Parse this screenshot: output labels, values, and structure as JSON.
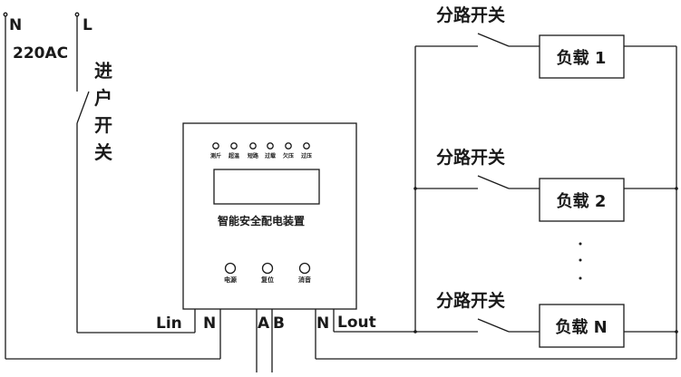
{
  "supply": {
    "n_label": "N",
    "l_label": "L",
    "voltage": "220AC",
    "main_switch": [
      "进",
      "户",
      "开",
      "关"
    ]
  },
  "device": {
    "title": "智能安全配电装置",
    "indicators": [
      "测斤",
      "超温",
      "短路",
      "过载",
      "欠压",
      "过压"
    ],
    "buttons": [
      "电源",
      "复位",
      "消音"
    ],
    "terminals": {
      "lin": "Lin",
      "n_in": "N",
      "a": "A",
      "b": "B",
      "n_out": "N",
      "lout": "Lout"
    }
  },
  "branches": [
    {
      "switch_label": "分路开关",
      "load_label": "负载 1"
    },
    {
      "switch_label": "分路开关",
      "load_label": "负载 2"
    },
    {
      "switch_label": "分路开关",
      "load_label": "负载 N"
    }
  ],
  "colors": {
    "line": "#1a1a1a"
  }
}
